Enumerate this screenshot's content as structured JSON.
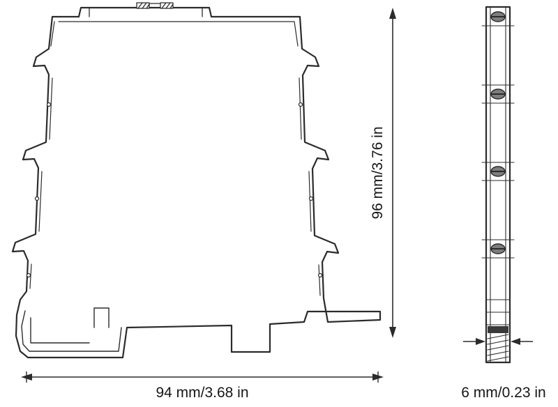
{
  "diagram": {
    "labels": {
      "width": "94 mm/3.68 in",
      "height": "96 mm/3.76 in",
      "depth": "6 mm/0.23 in"
    },
    "colors": {
      "line": "#2b2b2b",
      "background": "#ffffff",
      "screw_fill": "#7d7d7d"
    }
  }
}
